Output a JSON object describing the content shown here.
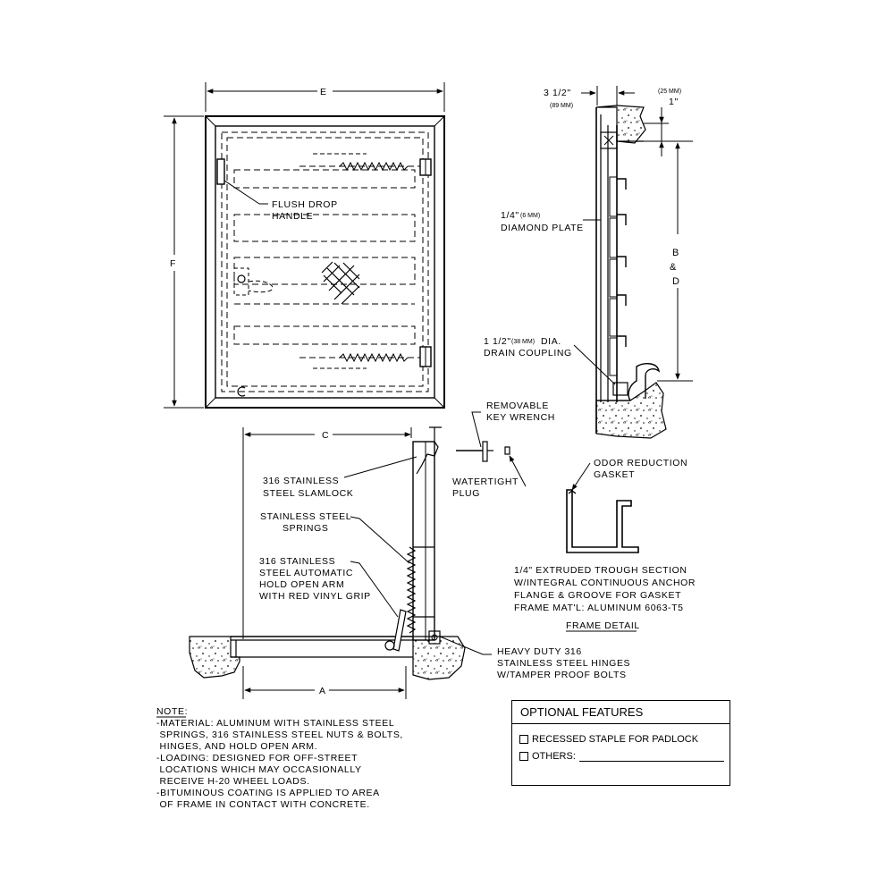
{
  "dims": {
    "E": "E",
    "F": "F",
    "C": "C",
    "A": "A",
    "B": "B",
    "amp": "&",
    "D": "D",
    "three_half": "3 1/2\"",
    "mm89": "(89 MM)",
    "mm25": "(25 MM)",
    "one_inch": "1\""
  },
  "callouts": {
    "flush_drop_handle": [
      "FLUSH DROP",
      "HANDLE"
    ],
    "diamond_plate_a": "1/4\"",
    "diamond_plate_mm": "(6 MM)",
    "diamond_plate_b": "DIAMOND PLATE",
    "drain_a": "1 1/2\"",
    "drain_mm": "(38 MM)",
    "drain_c": "DIA.",
    "drain_b": "DRAIN COUPLING",
    "removable_key": [
      "REMOVABLE",
      "KEY WRENCH"
    ],
    "watertight": [
      "WATERTIGHT",
      "PLUG"
    ],
    "slamlock": [
      "316 STAINLESS",
      "STEEL SLAMLOCK"
    ],
    "springs": [
      "STAINLESS STEEL",
      "SPRINGS"
    ],
    "hold_open": [
      "316 STAINLESS",
      "STEEL AUTOMATIC",
      "HOLD OPEN ARM",
      "WITH RED VINYL GRIP"
    ],
    "hinges": [
      "HEAVY DUTY 316",
      "STAINLESS STEEL HINGES",
      "W/TAMPER PROOF BOLTS"
    ],
    "gasket": [
      "ODOR REDUCTION",
      "GASKET"
    ],
    "trough": [
      "1/4\" EXTRUDED TROUGH SECTION",
      "W/INTEGRAL CONTINUOUS ANCHOR",
      "FLANGE & GROOVE FOR GASKET",
      "FRAME MAT'L: ALUMINUM 6063-T5"
    ],
    "frame_detail": "FRAME DETAIL"
  },
  "notes": {
    "heading": "NOTE:",
    "lines": [
      "-MATERIAL: ALUMINUM WITH STAINLESS STEEL",
      " SPRINGS, 316 STAINLESS STEEL NUTS & BOLTS,",
      " HINGES, AND HOLD OPEN ARM.",
      "-LOADING: DESIGNED FOR OFF-STREET",
      " LOCATIONS WHICH MAY OCCASIONALLY",
      " RECEIVE H-20 WHEEL LOADS.",
      "-BITUMINOUS COATING IS APPLIED TO AREA",
      " OF FRAME IN CONTACT WITH CONCRETE."
    ]
  },
  "optional_features": {
    "title": "OPTIONAL FEATURES",
    "items": [
      "RECESSED STAPLE FOR PADLOCK",
      "OTHERS:"
    ]
  }
}
